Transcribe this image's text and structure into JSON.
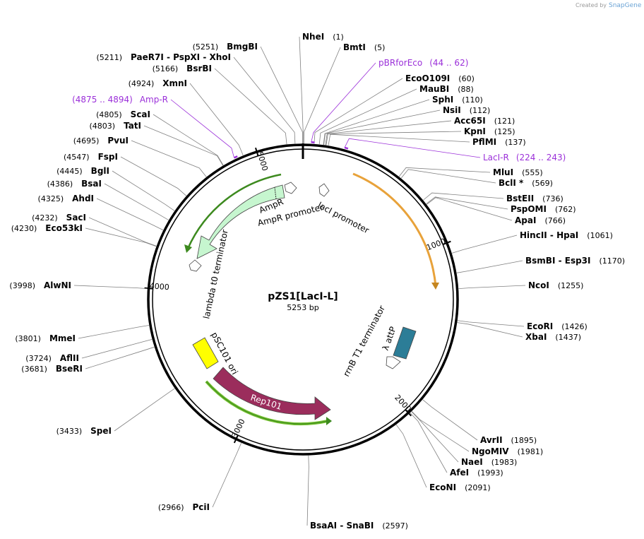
{
  "credit": {
    "prefix": "Created by",
    "brand": "SnapGene"
  },
  "plasmid": {
    "name": "pZS1[LacI-L]",
    "length_label": "5253 bp",
    "length": 5253
  },
  "ticks": [
    {
      "pos": 1000,
      "label": "1000"
    },
    {
      "pos": 2000,
      "label": "2000"
    },
    {
      "pos": 3000,
      "label": "3000"
    },
    {
      "pos": 4000,
      "label": "4000"
    },
    {
      "pos": 5000,
      "label": "5000"
    }
  ],
  "sites": [
    {
      "name": "NheI",
      "pos": "(1)",
      "bp": 1,
      "side": "right"
    },
    {
      "name": "BmtI",
      "pos": "(5)",
      "bp": 5,
      "side": "right"
    },
    {
      "name": "EcoO109I",
      "pos": "(60)",
      "bp": 60,
      "side": "right"
    },
    {
      "name": "MauBI",
      "pos": "(88)",
      "bp": 88,
      "side": "right"
    },
    {
      "name": "SphI",
      "pos": "(110)",
      "bp": 110,
      "side": "right"
    },
    {
      "name": "NsiI",
      "pos": "(112)",
      "bp": 112,
      "side": "right"
    },
    {
      "name": "Acc65I",
      "pos": "(121)",
      "bp": 121,
      "side": "right"
    },
    {
      "name": "KpnI",
      "pos": "(125)",
      "bp": 125,
      "side": "right"
    },
    {
      "name": "PflMI",
      "pos": "(137)",
      "bp": 137,
      "side": "right"
    },
    {
      "name": "MluI",
      "pos": "(555)",
      "bp": 555,
      "side": "right"
    },
    {
      "name": "BclI *",
      "pos": "(569)",
      "bp": 569,
      "side": "right"
    },
    {
      "name": "BstEII",
      "pos": "(736)",
      "bp": 736,
      "side": "right"
    },
    {
      "name": "PspOMI",
      "pos": "(762)",
      "bp": 762,
      "side": "right"
    },
    {
      "name": "ApaI",
      "pos": "(766)",
      "bp": 766,
      "side": "right"
    },
    {
      "name": "HincII - HpaI",
      "pos": "(1061)",
      "bp": 1061,
      "side": "right"
    },
    {
      "name": "BsmBI - Esp3I",
      "pos": "(1170)",
      "bp": 1170,
      "side": "right"
    },
    {
      "name": "NcoI",
      "pos": "(1255)",
      "bp": 1255,
      "side": "right"
    },
    {
      "name": "EcoRI",
      "pos": "(1426)",
      "bp": 1426,
      "side": "right"
    },
    {
      "name": "XbaI",
      "pos": "(1437)",
      "bp": 1437,
      "side": "right"
    },
    {
      "name": "AvrII",
      "pos": "(1895)",
      "bp": 1895,
      "side": "right"
    },
    {
      "name": "NgoMIV",
      "pos": "(1981)",
      "bp": 1981,
      "side": "right"
    },
    {
      "name": "NaeI",
      "pos": "(1983)",
      "bp": 1983,
      "side": "right"
    },
    {
      "name": "AfeI",
      "pos": "(1993)",
      "bp": 1993,
      "side": "right"
    },
    {
      "name": "EcoNI",
      "pos": "(2091)",
      "bp": 2091,
      "side": "right"
    },
    {
      "name": "BsaAI - SnaBI",
      "pos": "(2597)",
      "bp": 2597,
      "side": "right"
    },
    {
      "name": "PciI",
      "pos": "(2966)",
      "bp": 2966,
      "side": "left"
    },
    {
      "name": "SpeI",
      "pos": "(3433)",
      "bp": 3433,
      "side": "left"
    },
    {
      "name": "BseRI",
      "pos": "(3681)",
      "bp": 3681,
      "side": "left"
    },
    {
      "name": "AflII",
      "pos": "(3724)",
      "bp": 3724,
      "side": "left"
    },
    {
      "name": "MmeI",
      "pos": "(3801)",
      "bp": 3801,
      "side": "left"
    },
    {
      "name": "AlwNI",
      "pos": "(3998)",
      "bp": 3998,
      "side": "left"
    },
    {
      "name": "Eco53kI",
      "pos": "(4230)",
      "bp": 4230,
      "side": "left"
    },
    {
      "name": "SacI",
      "pos": "(4232)",
      "bp": 4232,
      "side": "left"
    },
    {
      "name": "AhdI",
      "pos": "(4325)",
      "bp": 4325,
      "side": "left"
    },
    {
      "name": "BsaI",
      "pos": "(4386)",
      "bp": 4386,
      "side": "left"
    },
    {
      "name": "BglI",
      "pos": "(4445)",
      "bp": 4445,
      "side": "left"
    },
    {
      "name": "FspI",
      "pos": "(4547)",
      "bp": 4547,
      "side": "left"
    },
    {
      "name": "PvuI",
      "pos": "(4695)",
      "bp": 4695,
      "side": "left"
    },
    {
      "name": "TatI",
      "pos": "(4803)",
      "bp": 4803,
      "side": "left"
    },
    {
      "name": "ScaI",
      "pos": "(4805)",
      "bp": 4805,
      "side": "left"
    },
    {
      "name": "XmnI",
      "pos": "(4924)",
      "bp": 4924,
      "side": "left"
    },
    {
      "name": "BsrBI",
      "pos": "(5166)",
      "bp": 5166,
      "side": "left"
    },
    {
      "name": "PaeR7I - PspXI - XhoI",
      "pos": "(5211)",
      "bp": 5211,
      "side": "left"
    },
    {
      "name": "BmgBI",
      "pos": "(5251)",
      "bp": 5251,
      "side": "left"
    }
  ],
  "primers": [
    {
      "name": "pBRforEco",
      "range": "(44 .. 62)",
      "start": 44,
      "end": 62,
      "side": "right"
    },
    {
      "name": "LacI-R",
      "range": "(224 .. 243)",
      "start": 224,
      "end": 243,
      "side": "right"
    },
    {
      "name": "Amp-R",
      "range": "(4875 .. 4894)",
      "start": 4875,
      "end": 4894,
      "side": "left"
    }
  ],
  "features": [
    {
      "name": "LacI",
      "type": "CDS",
      "start": 250,
      "end": 1330,
      "color": "#e8a23a"
    },
    {
      "name": "AmpR",
      "type": "CDS",
      "start": 4530,
      "end": 5130,
      "color": "#b8f2c4"
    },
    {
      "name": "Rep101",
      "type": "CDS",
      "start": 2620,
      "end": 3270,
      "color": "#9b2d5c"
    },
    {
      "name": "λ attP",
      "type": "misc",
      "start": 1700,
      "end": 1950,
      "color": "#2c7d97"
    },
    {
      "name": "pSC101 ori",
      "type": "origin",
      "start": 3450,
      "end": 3610,
      "color": "#ffff00"
    }
  ],
  "feature_labels": {
    "ampr": "AmpR",
    "ampr_promoter": "AmpR promoter",
    "laci_promoter": "lacI promoter",
    "lambda_t0": "lambda t0 terminator",
    "psc101_ori": "pSC101 ori",
    "rep101": "Rep101",
    "rrnb_t1": "rrnB T1 terminator",
    "lambda_attp": "λ attP"
  }
}
